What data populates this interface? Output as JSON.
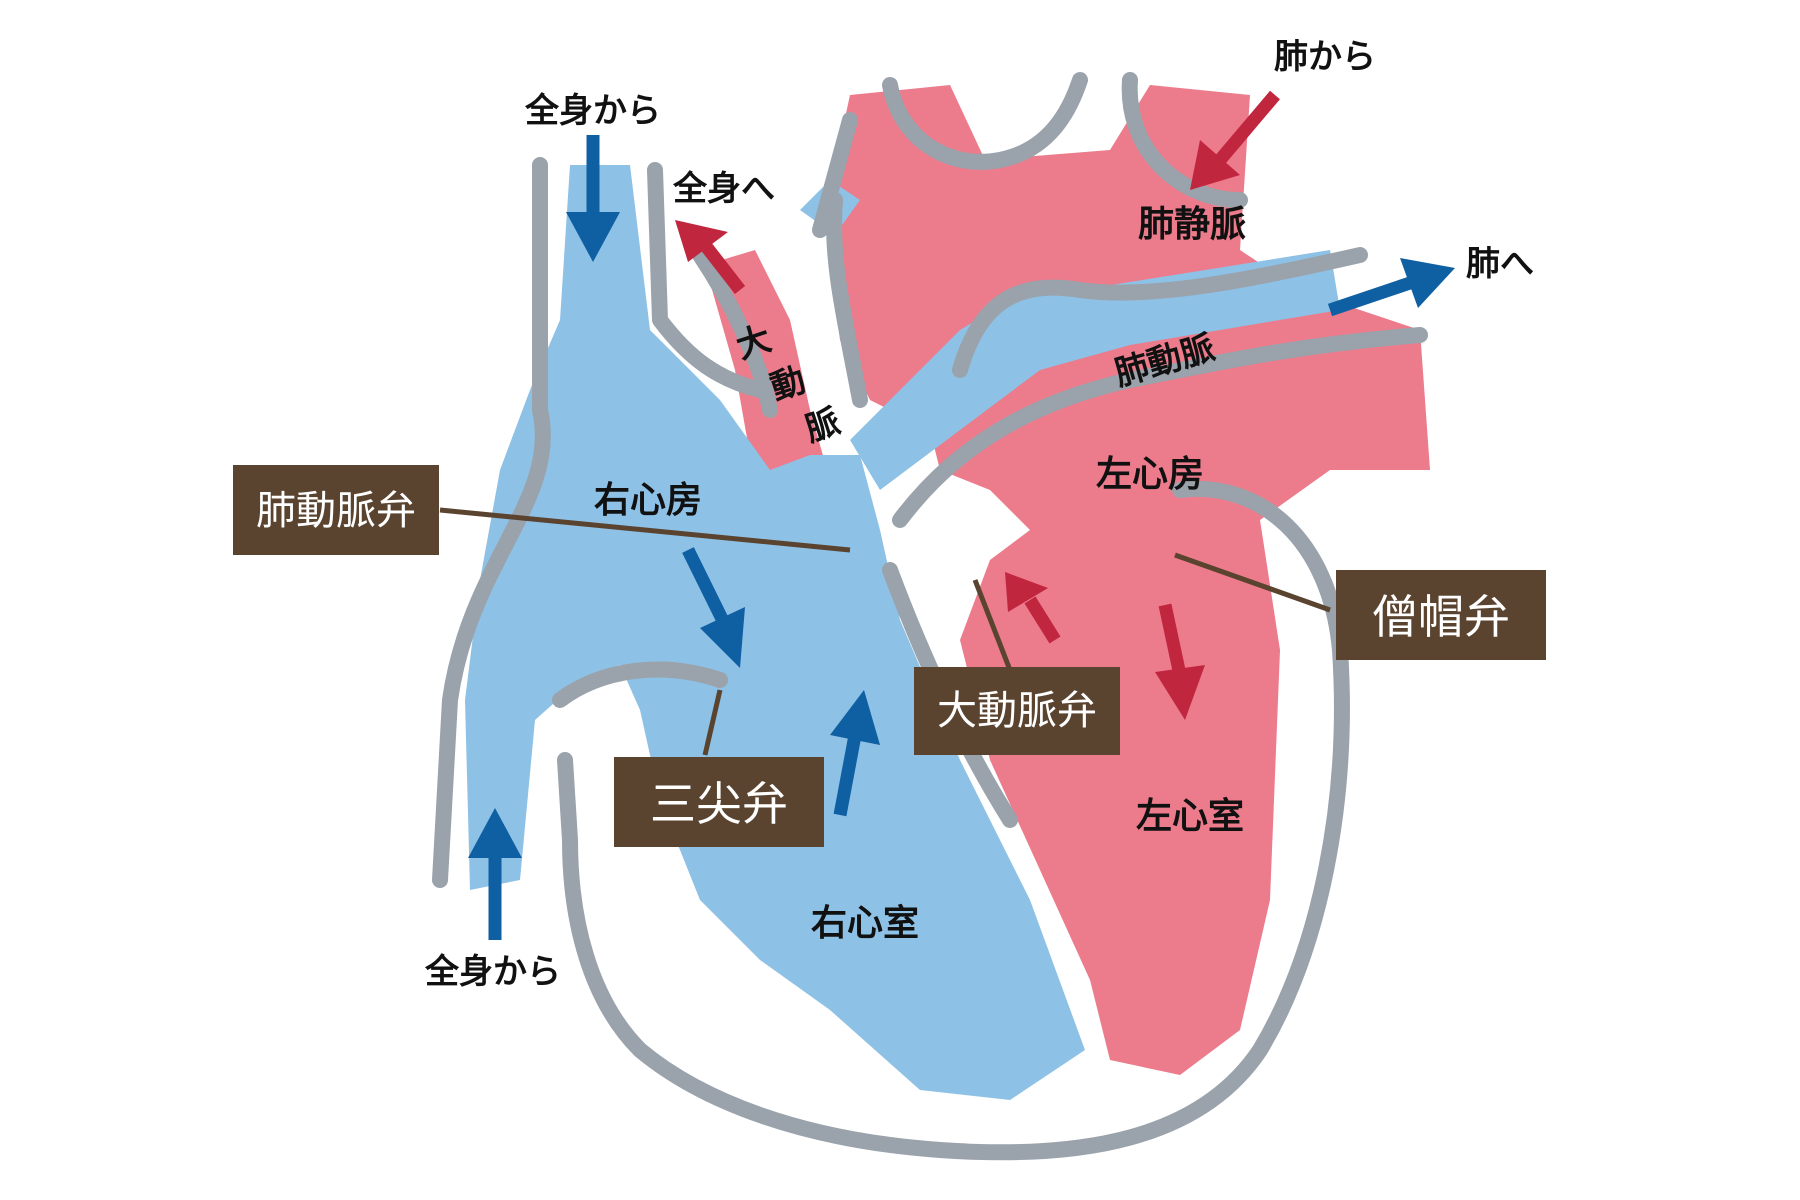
{
  "colors": {
    "blue_blood": "#8ec1e6",
    "red_blood": "#ec7b8c",
    "wall": "#9aa2ab",
    "blue_arrow": "#0f5fa3",
    "red_arrow": "#c1263f",
    "label_box": "#5a4430",
    "leader_line": "#5a4430"
  },
  "flow_labels": {
    "from_body_top": "全身から",
    "to_body": "全身へ",
    "from_lungs": "肺から",
    "to_lungs": "肺へ",
    "from_body_bottom": "全身から"
  },
  "chamber_labels": {
    "right_atrium": "右心房",
    "left_atrium": "左心房",
    "right_ventricle": "右心室",
    "left_ventricle": "左心室"
  },
  "vessel_labels": {
    "aorta_chars": [
      "大",
      "動",
      "脈"
    ],
    "pulmonary_vein": "肺静脈",
    "pulmonary_artery": "肺動脈"
  },
  "valve_labels": {
    "pulmonary_valve": "肺動脈弁",
    "tricuspid_valve": "三尖弁",
    "aortic_valve": "大動脈弁",
    "mitral_valve": "僧帽弁"
  },
  "icons": {
    "flow_arrow": "arrow-icon"
  }
}
